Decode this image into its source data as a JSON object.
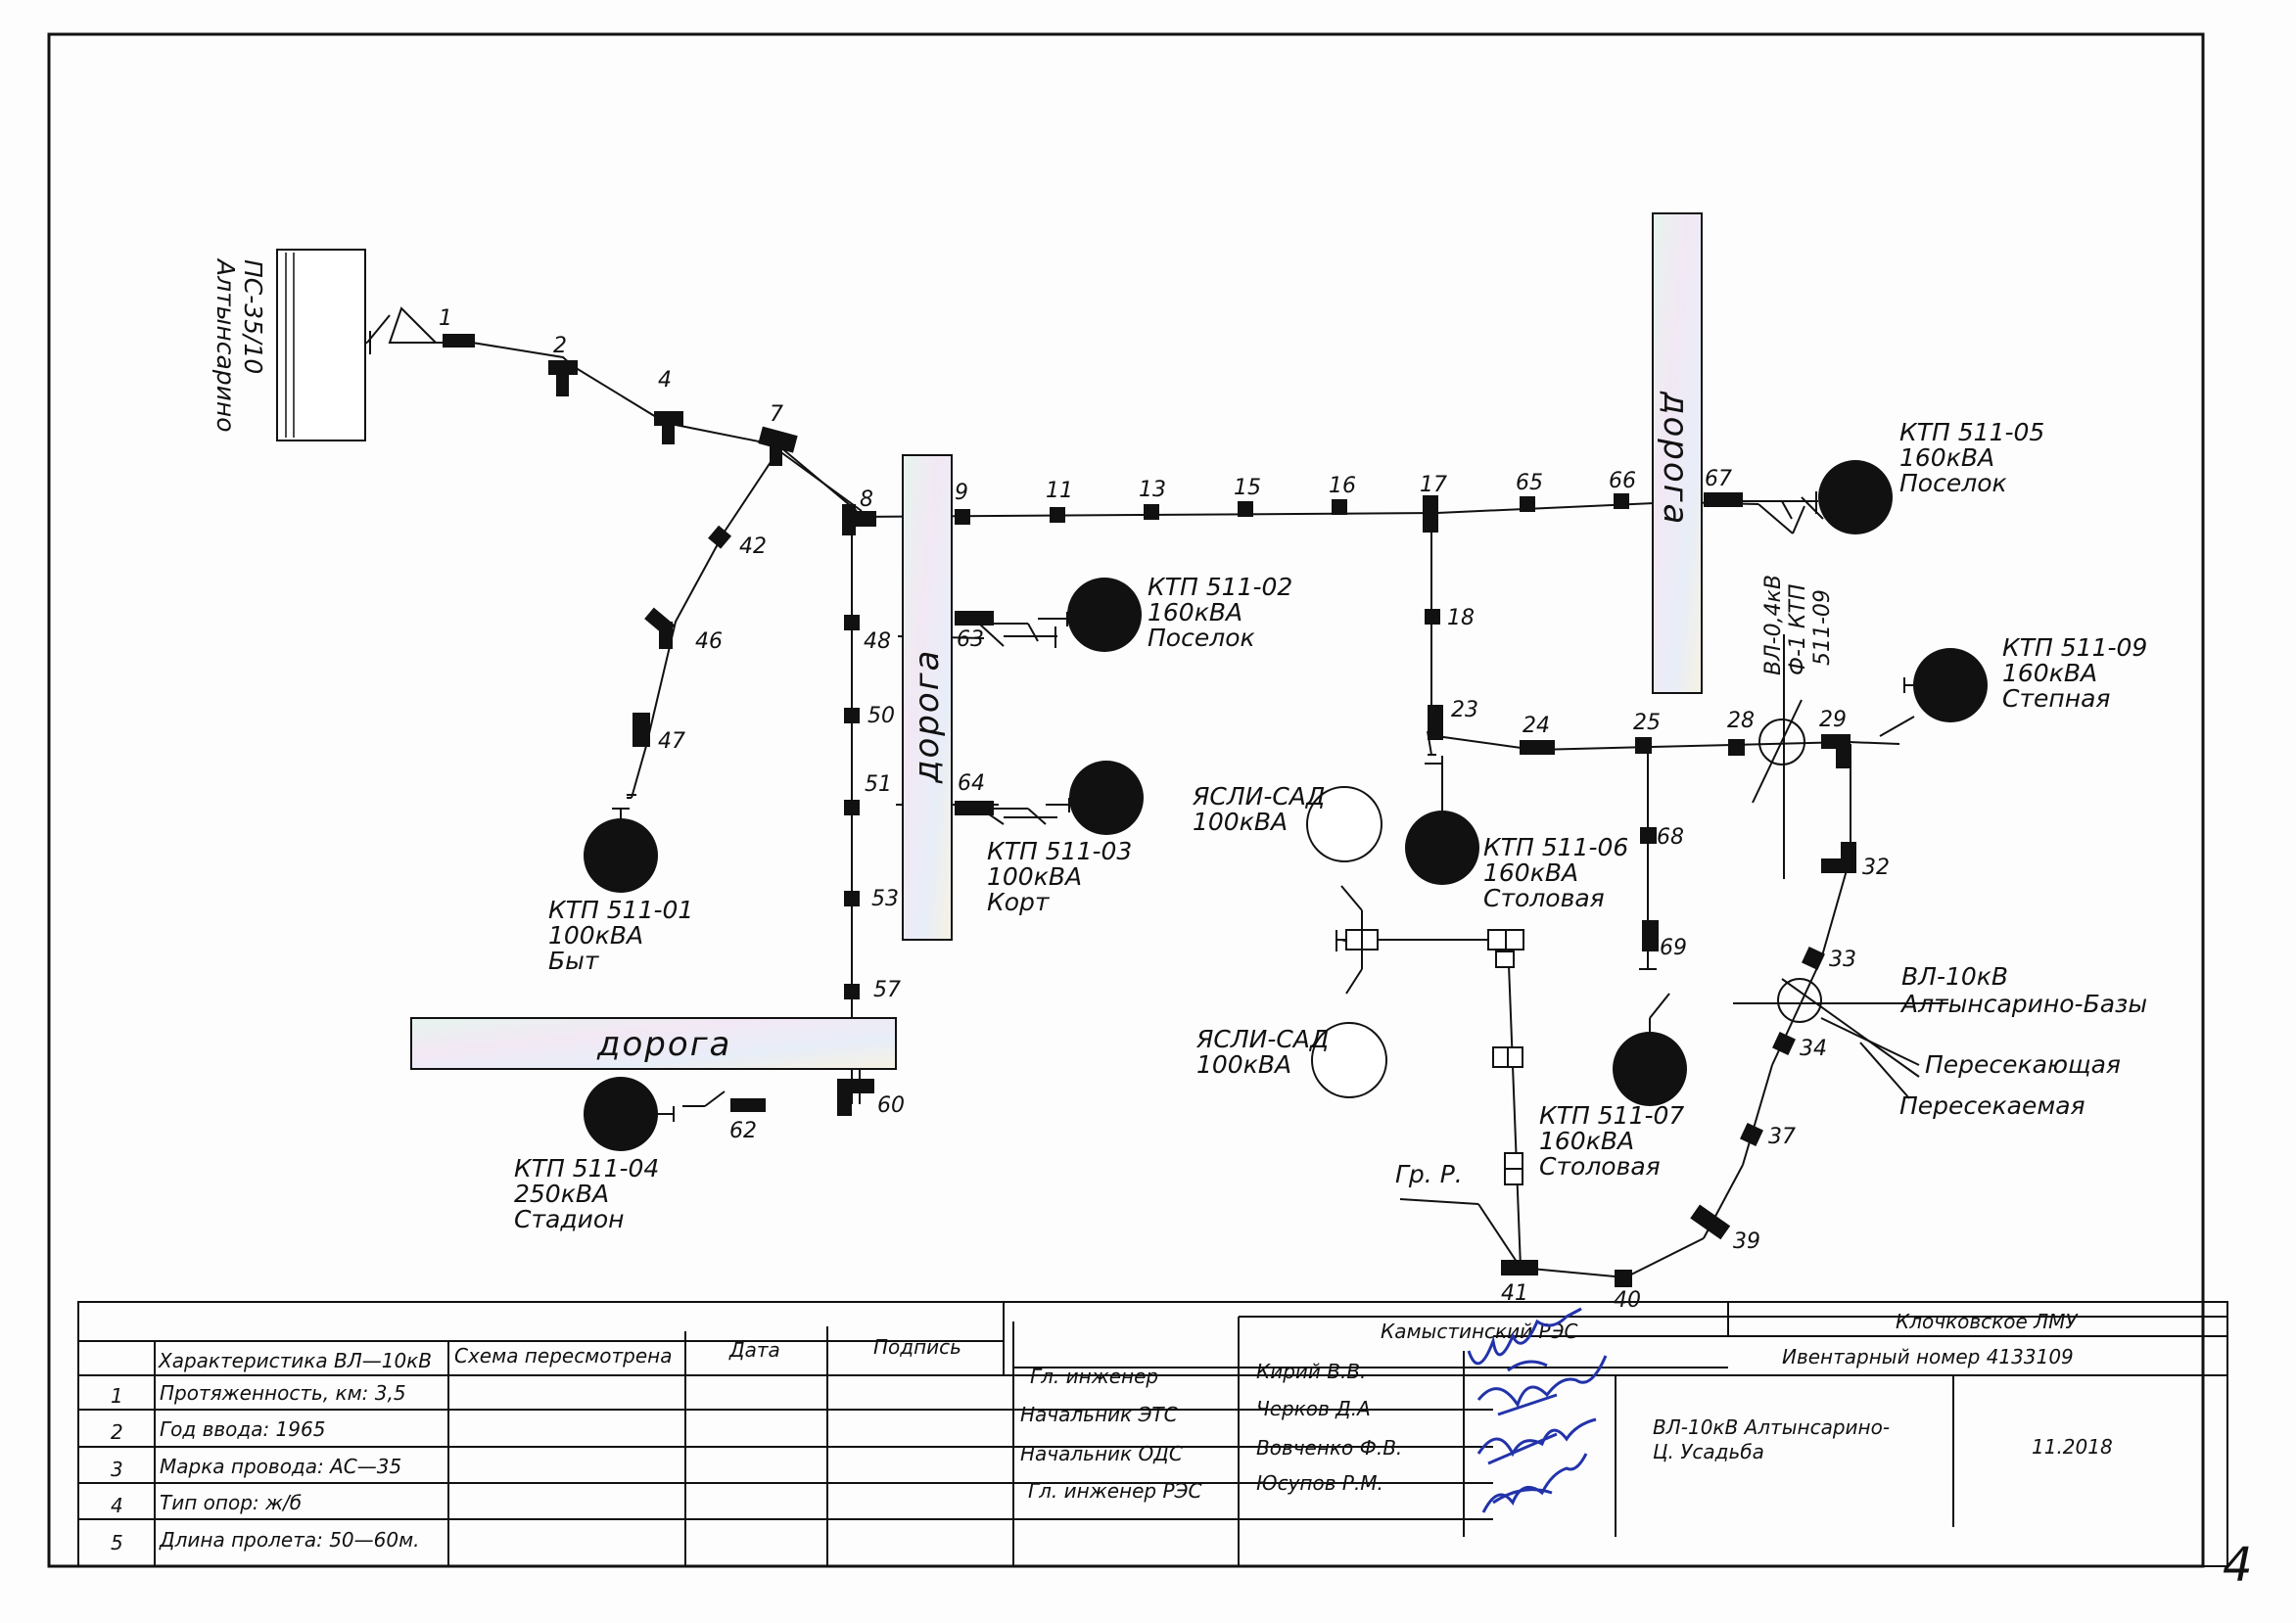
{
  "substation": {
    "name": "ПС-35/10",
    "location": "Алтынсарино"
  },
  "roads": [
    "дорога",
    "дорога",
    "дорога"
  ],
  "poles": [
    "1",
    "2",
    "4",
    "7",
    "42",
    "46",
    "47",
    "8",
    "48",
    "50",
    "51",
    "53",
    "57",
    "60",
    "62",
    "9",
    "11",
    "13",
    "15",
    "16",
    "17",
    "65",
    "66",
    "67",
    "63",
    "64",
    "18",
    "23",
    "24",
    "25",
    "28",
    "29",
    "32",
    "33",
    "34",
    "37",
    "39",
    "40",
    "41",
    "68",
    "69"
  ],
  "transformers": [
    {
      "name": "КТП 511-01",
      "power": "100кВА",
      "place": "Быт"
    },
    {
      "name": "КТП 511-02",
      "power": "160кВА",
      "place": "Поселок"
    },
    {
      "name": "КТП 511-03",
      "power": "100кВА",
      "place": "Корт"
    },
    {
      "name": "КТП 511-04",
      "power": "250кВА",
      "place": "Стадион"
    },
    {
      "name": "КТП 511-05",
      "power": "160кВА",
      "place": "Поселок"
    },
    {
      "name": "КТП 511-06",
      "power": "160кВА",
      "place": "Столовая"
    },
    {
      "name": "КТП 511-07",
      "power": "160кВА",
      "place": "Столовая"
    },
    {
      "name": "КТП 511-09",
      "power": "160кВА",
      "place": "Степная"
    }
  ],
  "nursery": [
    {
      "name": "ЯСЛИ-САД",
      "power": "100кВА"
    },
    {
      "name": "ЯСЛИ-САД",
      "power": "100кВА"
    }
  ],
  "crossing": {
    "vl04": "ВЛ-0,4кВ",
    "f1": "Ф-1 КТП",
    "ktp": "511-09",
    "vl10": "ВЛ-10кВ",
    "vl10_name": "Алтынсарино-Базы",
    "crossing_label": "Пересекающая",
    "crossed_label": "Пересекаемая"
  },
  "gr_r": "Гр. Р.",
  "title_block": {
    "header_char": "Характеристика ВЛ—10кВ",
    "header_scheme": "Схема пересмотрена",
    "header_date": "Дата",
    "header_sign": "Подпись",
    "rows": [
      {
        "num": "1",
        "text": "Протяженность, км: 3,5"
      },
      {
        "num": "2",
        "text": "Год ввода: 1965"
      },
      {
        "num": "3",
        "text": "Марка провода: АС—35"
      },
      {
        "num": "4",
        "text": "Тип опор: ж/б"
      },
      {
        "num": "5",
        "text": "Длина пролета: 50—60м."
      }
    ],
    "res": "Камыстинский РЭС",
    "lmu": "Клочковское ЛМУ",
    "inventory": "Ивентарный номер 4133109",
    "roles": [
      {
        "role": "Гл. инженер",
        "person": "Кирий В.В."
      },
      {
        "role": "Начальник ЭТС",
        "person": "Черков Д.А"
      },
      {
        "role": "Начальник ОДС",
        "person": "Вовченко Ф.В."
      },
      {
        "role": "Гл. инженер РЭС",
        "person": "Юсупов Р.М."
      }
    ],
    "line_name_1": "ВЛ-10кВ Алтынсарино-",
    "line_name_2": "Ц. Усадьба",
    "date": "11.2018"
  },
  "page_number": "4"
}
